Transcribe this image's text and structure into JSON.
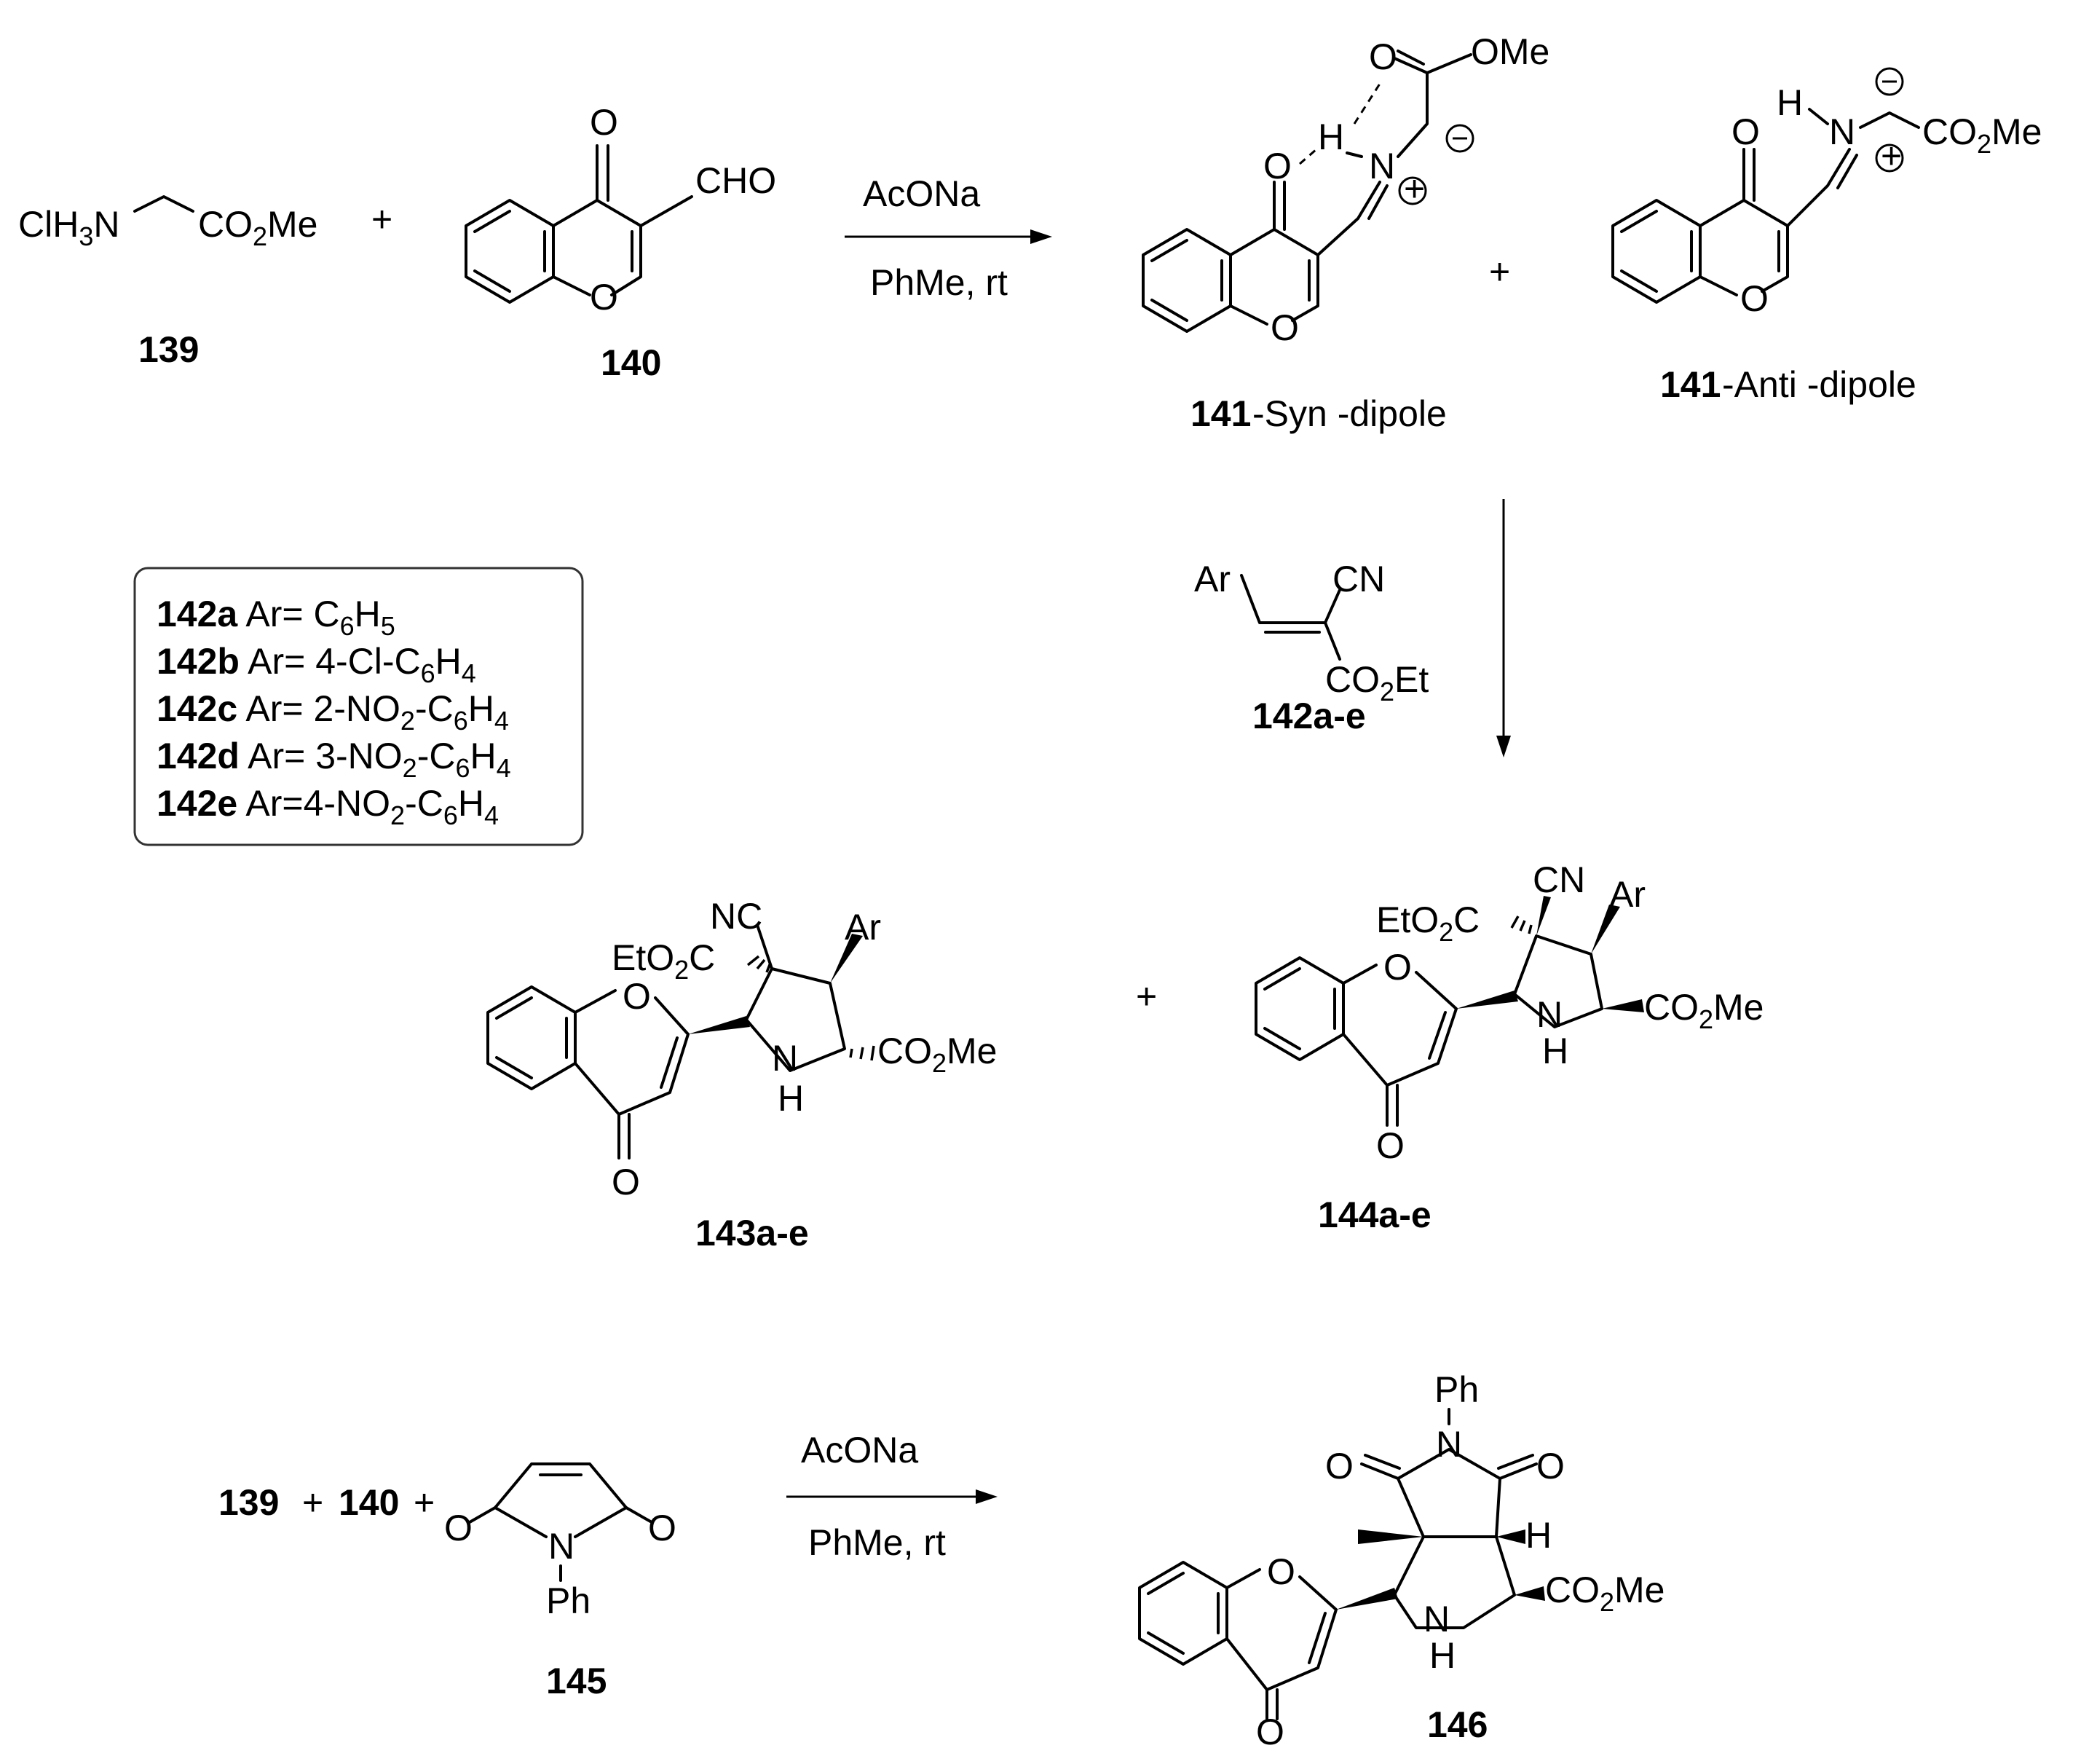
{
  "reaction1": {
    "reagent": "ClH3N",
    "reagent_tail": "CO2Me",
    "plus": "+",
    "compound_139": "139",
    "compound_140": "140",
    "aldehyde": "CHO",
    "oxo": "O",
    "ring_O": "O",
    "conditions_top": "AcONa",
    "conditions_bottom": "PhMe, rt"
  },
  "dipoles": {
    "syn_label_bold": "141",
    "syn_label_rest": "-Syn -dipole",
    "anti_label_bold": "141",
    "anti_label_rest": "-Anti -dipole",
    "ome": "OMe",
    "co2me": "CO2Me",
    "n": "N",
    "h": "H",
    "o": "O",
    "plus": "+"
  },
  "substituents": {
    "items": [
      {
        "id": "142a",
        "text": "Ar= C6H5"
      },
      {
        "id": "142b",
        "text": "Ar= 4-Cl-C6H4"
      },
      {
        "id": "142c",
        "text": "Ar= 2-NO2-C6H4"
      },
      {
        "id": "142d",
        "text": "Ar= 3-NO2-C6H4"
      },
      {
        "id": "142e",
        "text": "Ar=4-NO2-C6H4"
      }
    ]
  },
  "dipolarophile": {
    "ar": "Ar",
    "cn": "CN",
    "co2et": "CO2Et",
    "label": "142a-e"
  },
  "products": {
    "p143": "143a-e",
    "p144": "144a-e",
    "plus": "+",
    "nc": "NC",
    "cn": "CN",
    "eto2c": "EtO2C",
    "ar": "Ar",
    "co2me": "CO2Me",
    "nh_n": "N",
    "nh_h": "H",
    "o": "O"
  },
  "reaction2": {
    "prefix_139": "139",
    "plus1": "+",
    "prefix_140": "140",
    "plus2": "+",
    "compound_145": "145",
    "compound_146": "146",
    "conditions_top": "AcONa",
    "conditions_bottom": "PhMe, rt",
    "ph": "Ph",
    "n": "N",
    "o": "O",
    "h": "H",
    "co2me": "CO2Me"
  }
}
